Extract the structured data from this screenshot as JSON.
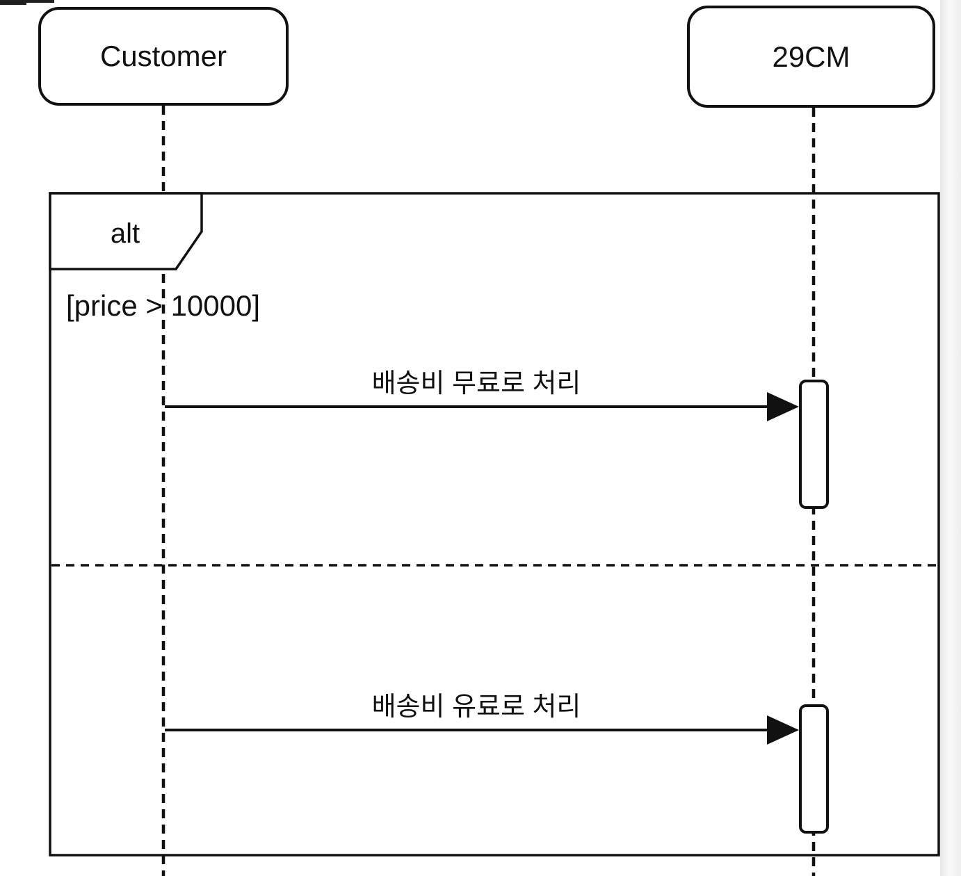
{
  "diagram": {
    "type": "uml-sequence",
    "participants": [
      {
        "name": "Customer"
      },
      {
        "name": "29CM"
      }
    ],
    "fragment": {
      "operator": "alt",
      "guard": "[price > 10000]"
    },
    "messages": [
      {
        "from": "Customer",
        "to": "29CM",
        "label": "배송비 무료로 처리"
      },
      {
        "from": "Customer",
        "to": "29CM",
        "label": "배송비 유료로 처리"
      }
    ],
    "colors": {
      "ink": "#111111",
      "background": "#ffffff"
    }
  }
}
